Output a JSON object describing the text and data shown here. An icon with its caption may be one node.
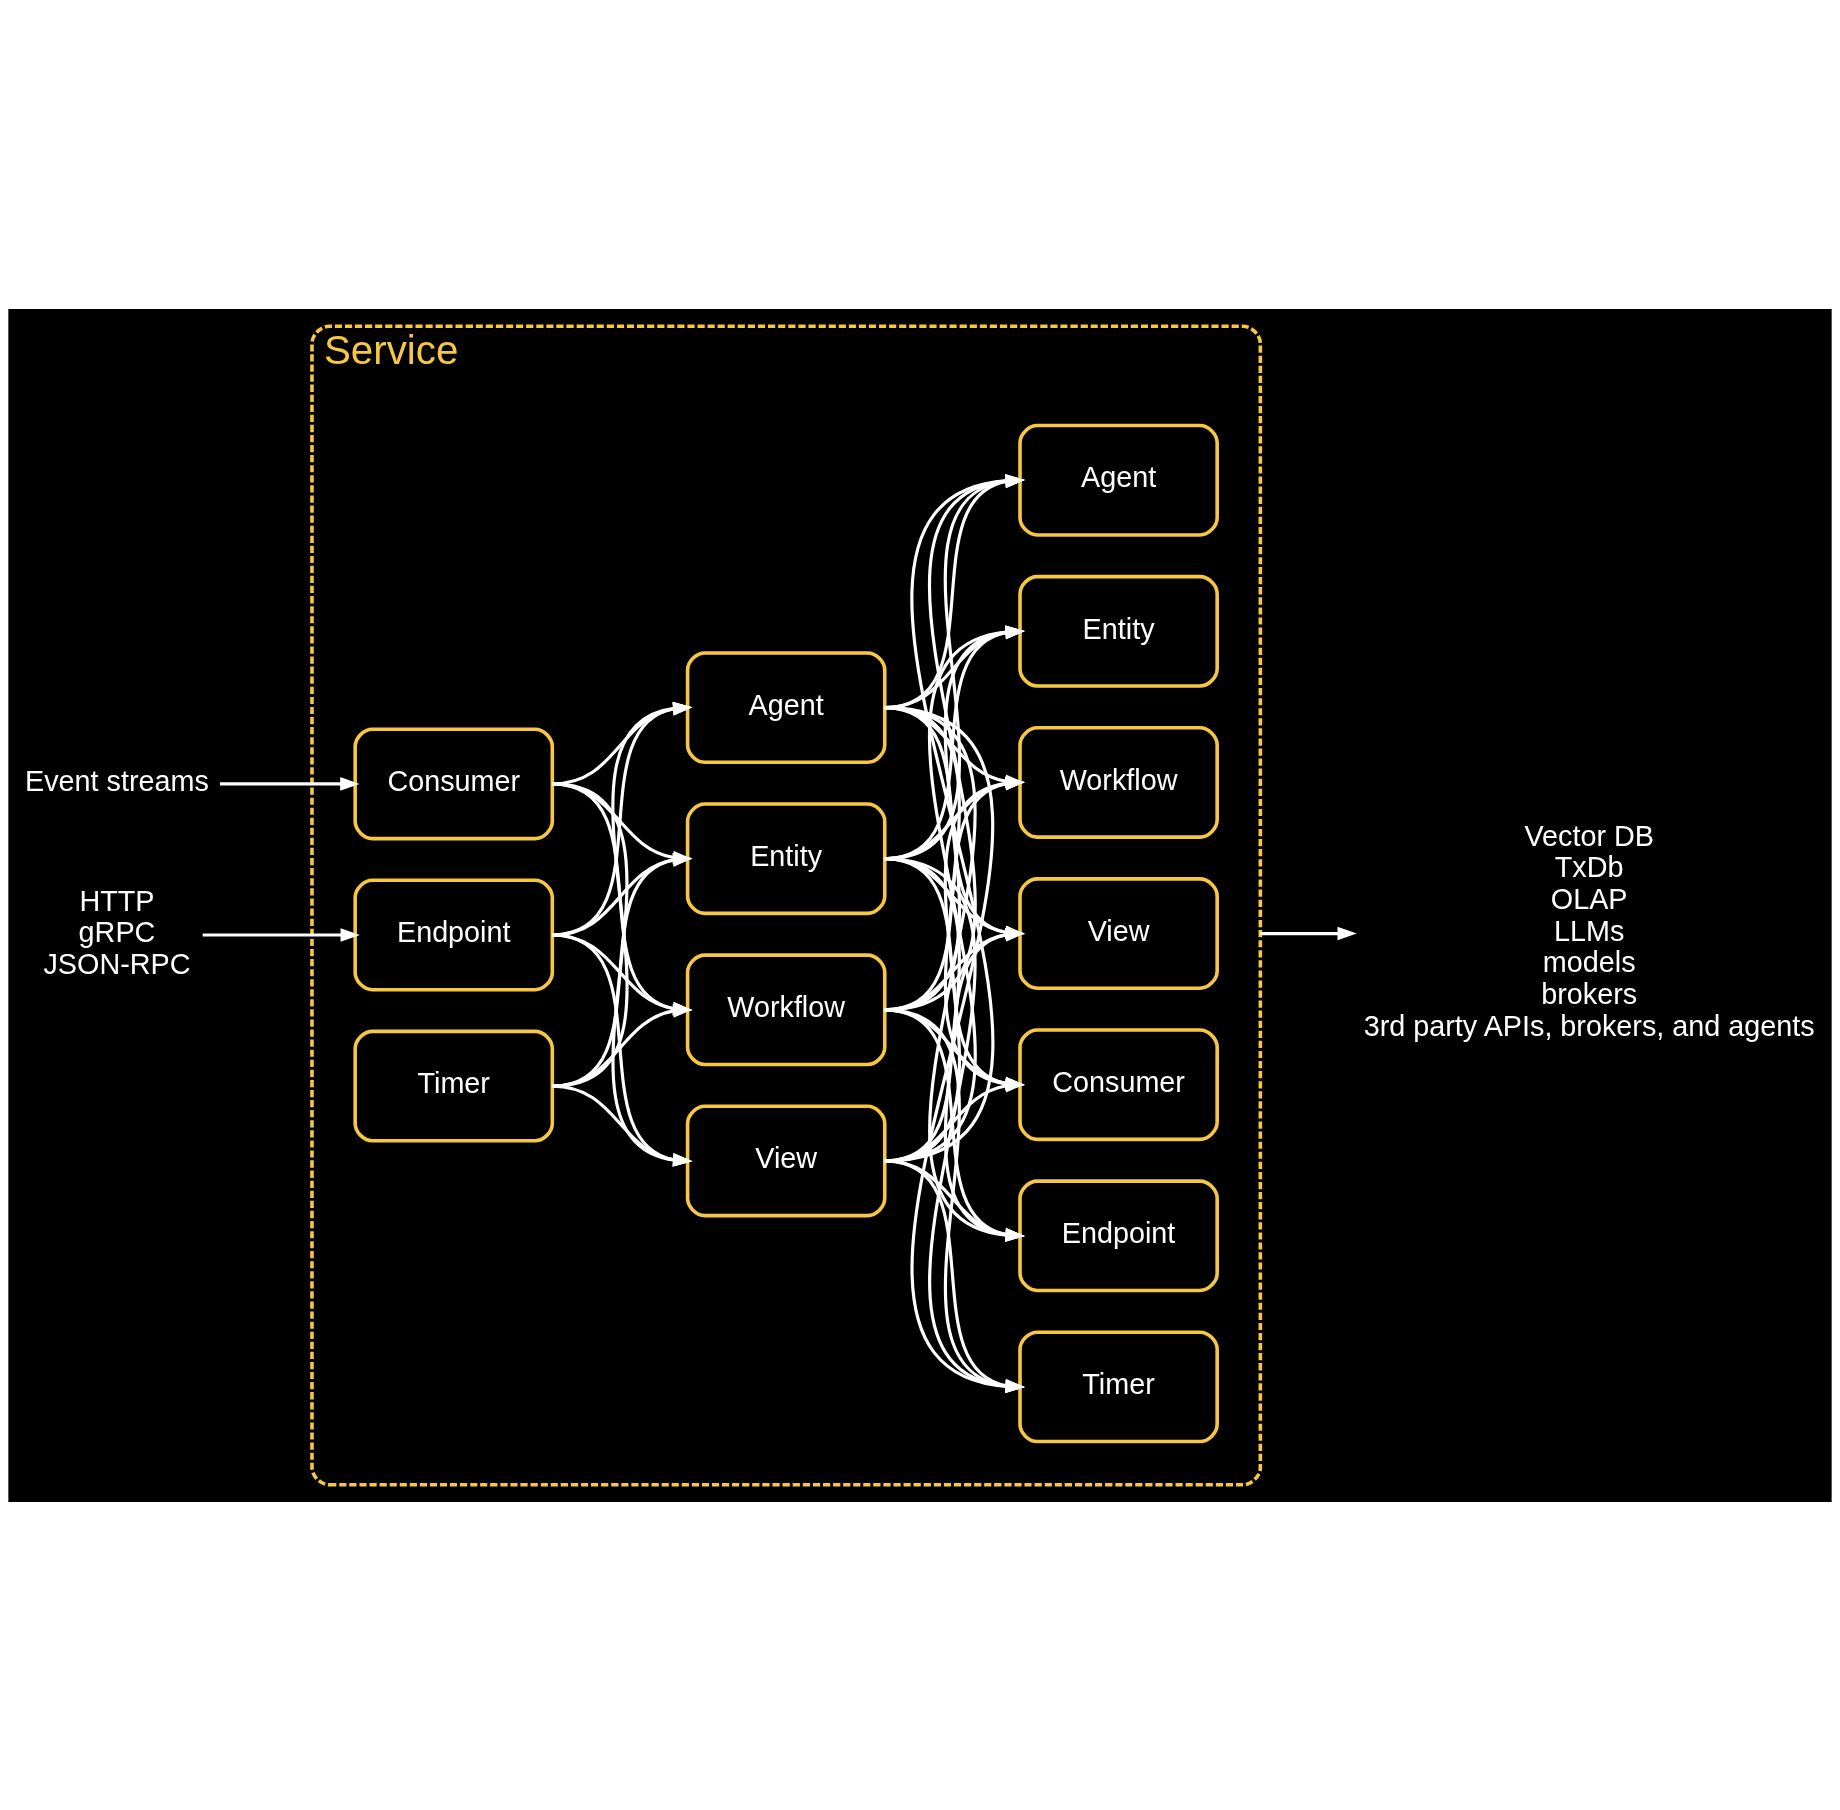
{
  "diagram": {
    "nodes": [
      {
        "text": [
          "Service"
        ]
      },
      {
        "text": [
          "Event streams"
        ]
      },
      {
        "text": [
          "HTTP",
          "gRPC",
          "JSON-RPC"
        ]
      },
      {
        "text": [
          "Consumer"
        ],
        "in": 0
      },
      {
        "text": [
          "Endpoint"
        ],
        "in": 0
      },
      {
        "text": [
          "Timer"
        ],
        "in": 0
      },
      {
        "text": [
          "Agent"
        ],
        "in": 0
      },
      {
        "text": [
          "Entity"
        ],
        "in": 0
      },
      {
        "text": [
          "Workflow"
        ],
        "in": 0
      },
      {
        "text": [
          "View"
        ],
        "in": 0
      },
      {
        "text": [
          "Agent"
        ],
        "in": 0
      },
      {
        "text": [
          "Entity"
        ],
        "in": 0
      },
      {
        "text": [
          "Workflow"
        ],
        "in": 0
      },
      {
        "text": [
          "View"
        ],
        "in": 0
      },
      {
        "text": [
          "Consumer"
        ],
        "in": 0
      },
      {
        "text": [
          "Endpoint"
        ],
        "in": 0
      },
      {
        "text": [
          "Timer"
        ],
        "in": 0
      },
      {
        "text": [
          "Vector DB",
          "TxDb",
          "OLAP",
          "LLMs",
          "models",
          "brokers",
          "3rd party APIs, brokers, and agents"
        ]
      }
    ],
    "edges": [
      {
        "from": 1,
        "to": 3,
        "arrow": "to"
      },
      {
        "from": 2,
        "to": 4,
        "arrow": "to"
      },
      {
        "from": 3,
        "to": 6,
        "arrow": "to"
      },
      {
        "from": 3,
        "to": 7,
        "arrow": "to"
      },
      {
        "from": 3,
        "to": 8,
        "arrow": "to"
      },
      {
        "from": 3,
        "to": 9,
        "arrow": "to"
      },
      {
        "from": 4,
        "to": 6,
        "arrow": "to"
      },
      {
        "from": 4,
        "to": 7,
        "arrow": "to"
      },
      {
        "from": 4,
        "to": 8,
        "arrow": "to"
      },
      {
        "from": 4,
        "to": 9,
        "arrow": "to"
      },
      {
        "from": 5,
        "to": 6,
        "arrow": "to"
      },
      {
        "from": 5,
        "to": 7,
        "arrow": "to"
      },
      {
        "from": 5,
        "to": 8,
        "arrow": "to"
      },
      {
        "from": 5,
        "to": 9,
        "arrow": "to"
      },
      {
        "from": 6,
        "to": 10,
        "arrow": "to"
      },
      {
        "from": 6,
        "to": 11,
        "arrow": "to"
      },
      {
        "from": 6,
        "to": 12,
        "arrow": "to"
      },
      {
        "from": 6,
        "to": 13,
        "arrow": "to"
      },
      {
        "from": 6,
        "to": 14,
        "arrow": "to"
      },
      {
        "from": 6,
        "to": 15,
        "arrow": "to"
      },
      {
        "from": 6,
        "to": 16,
        "arrow": "to"
      },
      {
        "from": 7,
        "to": 10,
        "arrow": "to"
      },
      {
        "from": 7,
        "to": 11,
        "arrow": "to"
      },
      {
        "from": 7,
        "to": 12,
        "arrow": "to"
      },
      {
        "from": 7,
        "to": 13,
        "arrow": "to"
      },
      {
        "from": 7,
        "to": 14,
        "arrow": "to"
      },
      {
        "from": 7,
        "to": 15,
        "arrow": "to"
      },
      {
        "from": 7,
        "to": 16,
        "arrow": "to"
      },
      {
        "from": 8,
        "to": 10,
        "arrow": "to"
      },
      {
        "from": 8,
        "to": 11,
        "arrow": "to"
      },
      {
        "from": 8,
        "to": 12,
        "arrow": "to"
      },
      {
        "from": 8,
        "to": 13,
        "arrow": "to"
      },
      {
        "from": 8,
        "to": 14,
        "arrow": "to"
      },
      {
        "from": 8,
        "to": 15,
        "arrow": "to"
      },
      {
        "from": 8,
        "to": 16,
        "arrow": "to"
      },
      {
        "from": 9,
        "to": 10,
        "arrow": "to"
      },
      {
        "from": 9,
        "to": 11,
        "arrow": "to"
      },
      {
        "from": 9,
        "to": 12,
        "arrow": "to"
      },
      {
        "from": 9,
        "to": 13,
        "arrow": "to"
      },
      {
        "from": 9,
        "to": 14,
        "arrow": "to"
      },
      {
        "from": 9,
        "to": 15,
        "arrow": "to"
      },
      {
        "from": 9,
        "to": 16,
        "arrow": "to"
      },
      {
        "from": 0,
        "to": 17,
        "arrow": "to"
      }
    ]
  }
}
